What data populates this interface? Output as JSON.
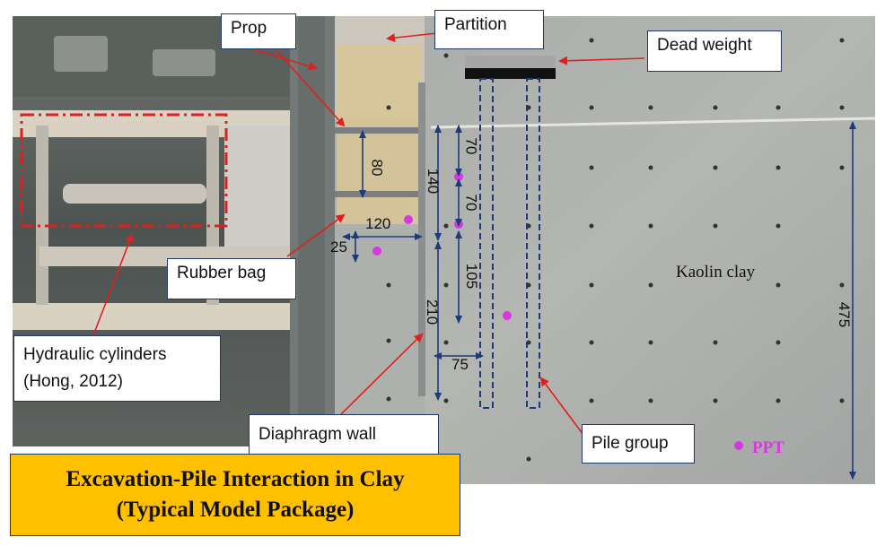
{
  "callouts": {
    "prop": "Prop",
    "partition": "Partition",
    "dead_weight": "Dead weight",
    "rubber_bag": "Rubber bag",
    "hydraulic_line1": "Hydraulic cylinders",
    "hydraulic_line2": "(Hong, 2012)",
    "diaphragm_wall": "Diaphragm wall",
    "pile_group": "Pile group"
  },
  "labels": {
    "kaolin": "Kaolin clay",
    "ppt": "PPT"
  },
  "dimensions": {
    "d80": "80",
    "d140": "140",
    "d70a": "70",
    "d70b": "70",
    "d120": "120",
    "d25": "25",
    "d105": "105",
    "d210": "210",
    "d75": "75",
    "d475": "475"
  },
  "title": {
    "line1": "Excavation-Pile Interaction in Clay",
    "line2": "(Typical Model Package)"
  },
  "colors": {
    "arrow_red": "#e0201e",
    "dim_navy": "#1f3a7a",
    "ppt_magenta": "#d63adf",
    "title_bg": "#ffc000"
  }
}
